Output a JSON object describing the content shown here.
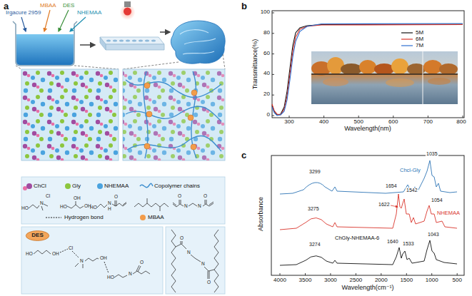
{
  "diagram": {
    "nodes": [
      {
        "text": [
          "DES"
        ]
      }
    ],
    "labels": [
      "a",
      "Irgacure 2959",
      "MBAA",
      "DES",
      "NHEMAA",
      "b",
      "Transmittance(%)",
      "Wavelength(nm)",
      "0",
      "20",
      "40",
      "60",
      "80",
      "100",
      "300",
      "400",
      "500",
      "600",
      "700",
      "800",
      "c",
      "Chcl-Gly",
      "3299",
      "1035",
      "NHEMAA",
      "3275",
      "1654",
      "1542",
      "1622",
      "1054",
      "ChGly-NHEMAA-6",
      "3274",
      "1640",
      "1533",
      "1043",
      "Absorbance",
      "Wavelength(cm⁻¹)",
      "4000",
      "3500",
      "3000",
      "2500",
      "2000",
      "1500",
      "1000",
      "500",
      "Cl",
      "N",
      "HO",
      "HO",
      "OH",
      "OH",
      "HO",
      "N",
      "H",
      "O",
      "O",
      "N",
      "N",
      "O",
      "HO",
      "OH",
      "Cl",
      "N",
      "OH",
      "HO",
      "N",
      "O",
      "O",
      "N",
      "N",
      "O"
    ],
    "legend": [
      {
        "text": "ChCl",
        "color": "#a04ca0"
      },
      {
        "text": "Gly",
        "color": "#8cc63e"
      },
      {
        "text": "NHEMAA",
        "color": "#4aa3df"
      },
      {
        "text": "Copolymer chains"
      },
      {
        "text": "Hydrogen bond"
      },
      {
        "text": "MBAA",
        "color": "#f39c4a"
      },
      {
        "text": "5M"
      },
      {
        "text": "6M"
      },
      {
        "text": "7M"
      }
    ]
  }
}
